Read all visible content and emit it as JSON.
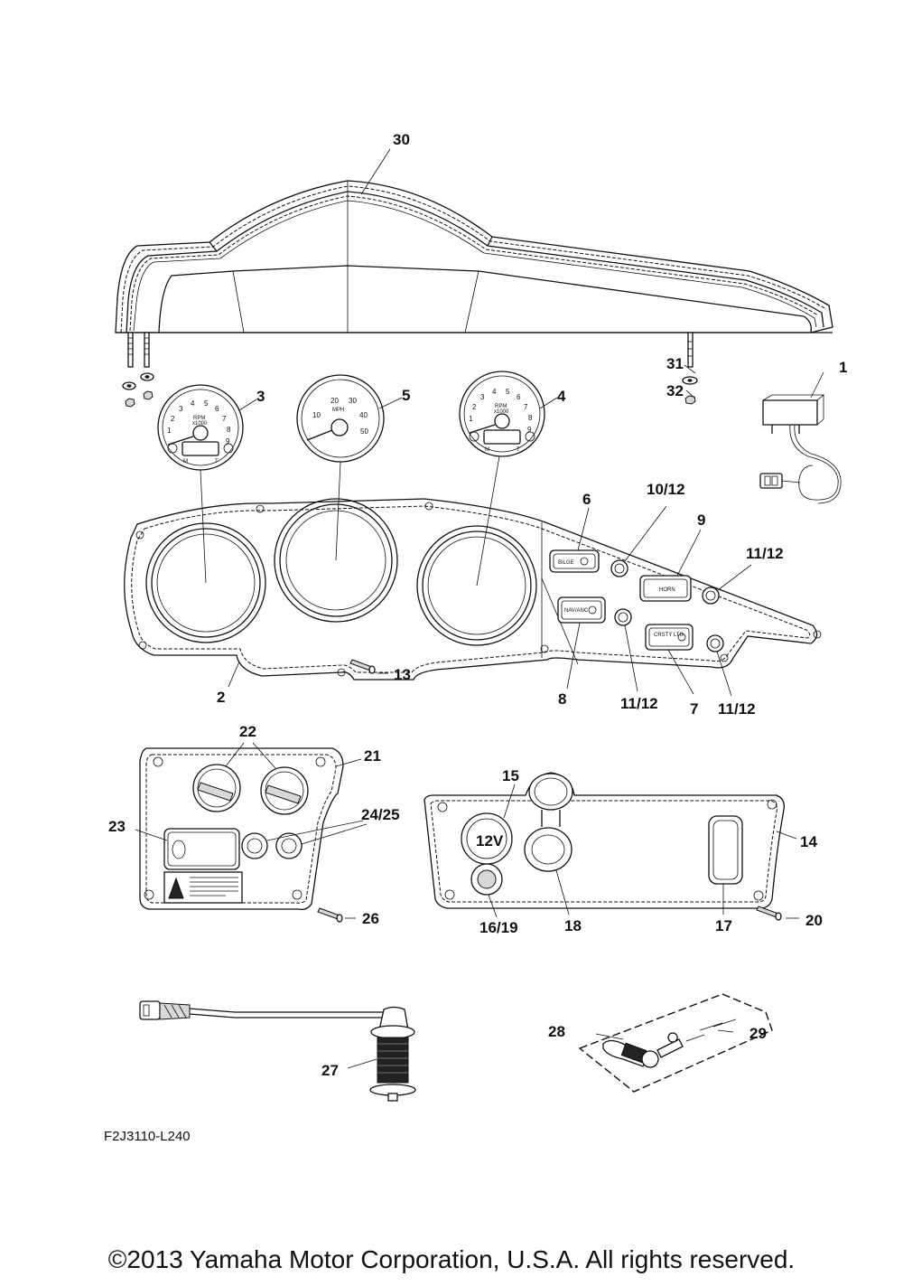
{
  "labels": {
    "l1": "1",
    "l2": "2",
    "l3": "3",
    "l4": "4",
    "l5": "5",
    "l6": "6",
    "l7": "7",
    "l8": "8",
    "l9": "9",
    "l10_12": "10/12",
    "l11_12_a": "11/12",
    "l11_12_b": "11/12",
    "l11_12_c": "11/12",
    "l13": "13",
    "l14": "14",
    "l15": "15",
    "l16_19": "16/19",
    "l17": "17",
    "l18": "18",
    "l20": "20",
    "l21": "21",
    "l22": "22",
    "l23": "23",
    "l24_25": "24/25",
    "l26": "26",
    "l27": "27",
    "l28": "28",
    "l29": "29",
    "l30": "30",
    "l31": "31",
    "l32": "32"
  },
  "gauges": {
    "tach_left": {
      "unit": "RPM",
      "scale": "x1000",
      "ticks": [
        "1",
        "2",
        "3",
        "4",
        "5",
        "6",
        "7",
        "8",
        "9"
      ],
      "corner_left": "M",
      "corner_right": "T"
    },
    "speedo": {
      "unit": "MPH",
      "ticks": [
        "10",
        "20",
        "30",
        "40",
        "50"
      ]
    },
    "tach_right": {
      "unit": "RPM",
      "scale": "x1000",
      "ticks": [
        "1",
        "2",
        "3",
        "4",
        "5",
        "6",
        "7",
        "8",
        "9"
      ],
      "corner_left": "M",
      "corner_right": "T"
    }
  },
  "switches": {
    "bilge": "BILGE",
    "horn": "HORN",
    "nav_anc": "NAV/ANC",
    "courtesy": "CRSTY LTG",
    "socket": "12V"
  },
  "drawing_code": "F2J3110-L240",
  "copyright": "©2013 Yamaha Motor Corporation, U.S.A. All rights reserved."
}
